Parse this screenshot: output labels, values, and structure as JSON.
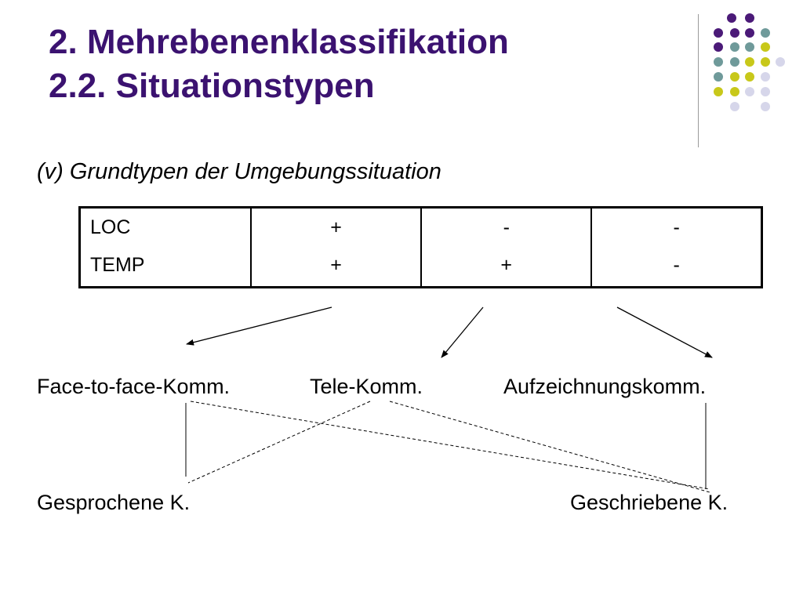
{
  "slide": {
    "title_line1": "2. Mehrebenenklassifikation",
    "title_line2": "2.2. Situationstypen",
    "subtitle": "(v) Grundtypen der Umgebungssituation"
  },
  "table": {
    "rows": [
      {
        "label": "LOC",
        "values": [
          "+",
          "-",
          "-"
        ]
      },
      {
        "label": "TEMP",
        "values": [
          "+",
          "+",
          "-"
        ]
      }
    ]
  },
  "types": {
    "face": "Face-to-face-Komm.",
    "tele": "Tele-Komm.",
    "record": "Aufzeichnungskomm."
  },
  "media": {
    "spoken": "Gesprochene K.",
    "written": "Geschriebene K."
  },
  "colors": {
    "title": "#3b1270",
    "dot_purple": "#4b1a78",
    "dot_teal": "#6f9a9a",
    "dot_yellow": "#c8c81a",
    "dot_lavender": "#d6d6ea"
  }
}
